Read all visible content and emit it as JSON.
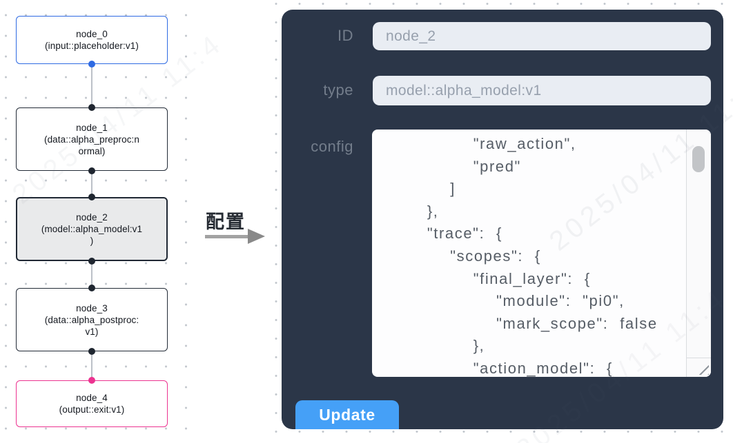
{
  "flow": {
    "nodes": [
      {
        "id": "node_0",
        "label": "node_0\n(input::placeholder:v1)",
        "accent": "#2e6ae3"
      },
      {
        "id": "node_1",
        "label": "node_1\n(data::alpha_preproc:n\normal)",
        "accent": "#222a36"
      },
      {
        "id": "node_2",
        "label": "node_2\n(model::alpha_model:v1\n)",
        "accent": "#202834",
        "selected": true
      },
      {
        "id": "node_3",
        "label": "node_3\n(data::alpha_postproc:\nv1)",
        "accent": "#222a36"
      },
      {
        "id": "node_4",
        "label": "node_4\n(output::exit:v1)",
        "accent": "#ec3390"
      }
    ]
  },
  "annotation": {
    "label": "配置"
  },
  "panel": {
    "id_label": "ID",
    "id_value": "node_2",
    "type_label": "type",
    "type_value": "model::alpha_model:v1",
    "config_label": "config",
    "config_value": "        \"raw_action\",\n        \"pred\"\n      ]\n    },\n    \"trace\": {\n      \"scopes\": {\n        \"final_layer\": {\n          \"module\": \"pi0\",\n          \"mark_scope\": false\n        },\n        \"action_model\": {",
    "update_label": "Update"
  },
  "watermark": {
    "text": "2025/04/11 11:4"
  },
  "colors": {
    "panel_bg": "#2b3648",
    "input_bg": "#e9edf3",
    "button_blue": "#45a0f7",
    "node_input_blue": "#2e6ae3",
    "node_output_pink": "#ec3390",
    "node_selected_fill": "#e9eaeb"
  }
}
